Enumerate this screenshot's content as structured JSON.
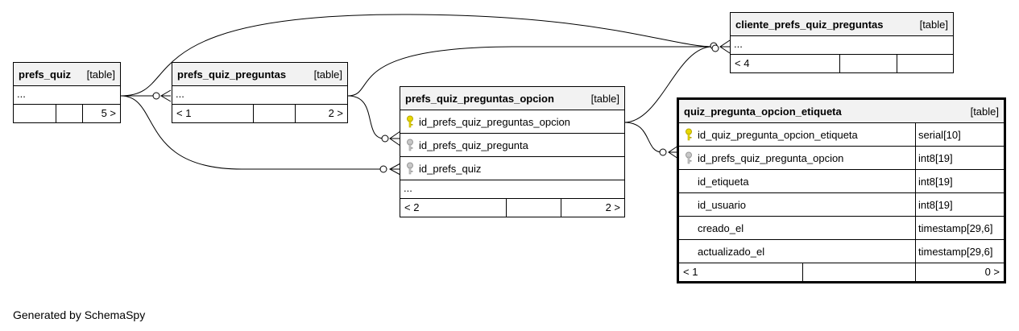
{
  "tables": {
    "prefs_quiz": {
      "name": "prefs_quiz",
      "kind": "[table]",
      "ellipsis": "...",
      "footer": [
        "",
        "",
        "5 >"
      ]
    },
    "prefs_quiz_preguntas": {
      "name": "prefs_quiz_preguntas",
      "kind": "[table]",
      "ellipsis": "...",
      "footer": [
        "< 1",
        "",
        "2 >"
      ]
    },
    "cliente_prefs_quiz_preguntas": {
      "name": "cliente_prefs_quiz_preguntas",
      "kind": "[table]",
      "ellipsis": "...",
      "footer": [
        "< 4",
        "",
        ""
      ]
    },
    "prefs_quiz_preguntas_opcion": {
      "name": "prefs_quiz_preguntas_opcion",
      "kind": "[table]",
      "ellipsis": "...",
      "columns": [
        {
          "name": "id_prefs_quiz_preguntas_opcion",
          "key": "primary"
        },
        {
          "name": "id_prefs_quiz_pregunta",
          "key": "foreign"
        },
        {
          "name": "id_prefs_quiz",
          "key": "foreign"
        }
      ],
      "footer": [
        "< 2",
        "",
        "2 >"
      ]
    },
    "quiz_pregunta_opcion_etiqueta": {
      "name": "quiz_pregunta_opcion_etiqueta",
      "kind": "[table]",
      "columns": [
        {
          "name": "id_quiz_pregunta_opcion_etiqueta",
          "type": "serial[10]",
          "key": "primary"
        },
        {
          "name": "id_prefs_quiz_pregunta_opcion",
          "type": "int8[19]",
          "key": "foreign"
        },
        {
          "name": "id_etiqueta",
          "type": "int8[19]",
          "key": "none"
        },
        {
          "name": "id_usuario",
          "type": "int8[19]",
          "key": "none"
        },
        {
          "name": "creado_el",
          "type": "timestamp[29,6]",
          "key": "none"
        },
        {
          "name": "actualizado_el",
          "type": "timestamp[29,6]",
          "key": "none"
        }
      ],
      "footer": [
        "< 1",
        "",
        "0 >"
      ]
    }
  },
  "footer_text": "Generated by SchemaSpy",
  "colors": {
    "primary_key": "#e8d800",
    "foreign_key": "#a8a8a8",
    "header_bg": "#f2f2f2"
  }
}
